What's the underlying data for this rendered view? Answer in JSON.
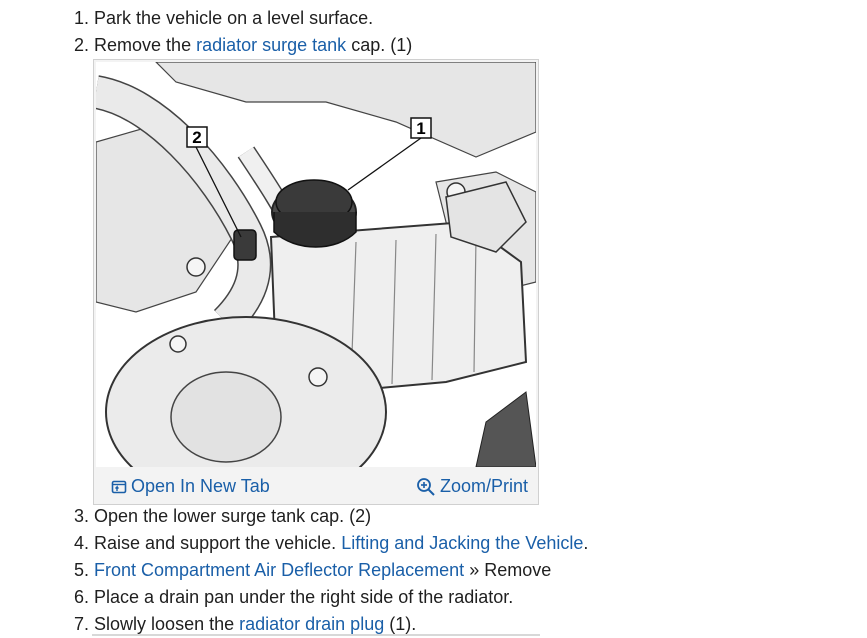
{
  "steps": [
    {
      "num": "1.",
      "text": "Park the vehicle on a level surface."
    },
    {
      "num": "2.",
      "pre": "Remove the ",
      "link": "radiator surge tank",
      "post": " cap. (1)"
    },
    {
      "num": "3.",
      "text": "Open the lower surge tank cap. (2)"
    },
    {
      "num": "4.",
      "pre": "Raise and support the vehicle. ",
      "link": "Lifting and Jacking the Vehicle",
      "post": "."
    },
    {
      "num": "5.",
      "link": "Front Compartment Air Deflector Replacement",
      "post": " » Remove"
    },
    {
      "num": "6.",
      "text": "Place a drain pan under the right side of the radiator."
    },
    {
      "num": "7.",
      "pre": "Slowly loosen the ",
      "link": "radiator drain plug",
      "post": " (1)."
    }
  ],
  "figure": {
    "callouts": [
      "1",
      "2"
    ],
    "open_label": "Open In New Tab",
    "open_icon": "open-in-new-tab-icon",
    "zoom_label": "Zoom/Print",
    "zoom_icon": "zoom-in-icon"
  },
  "colors": {
    "link": "#1a5fa8",
    "text": "#1f1f1f"
  }
}
